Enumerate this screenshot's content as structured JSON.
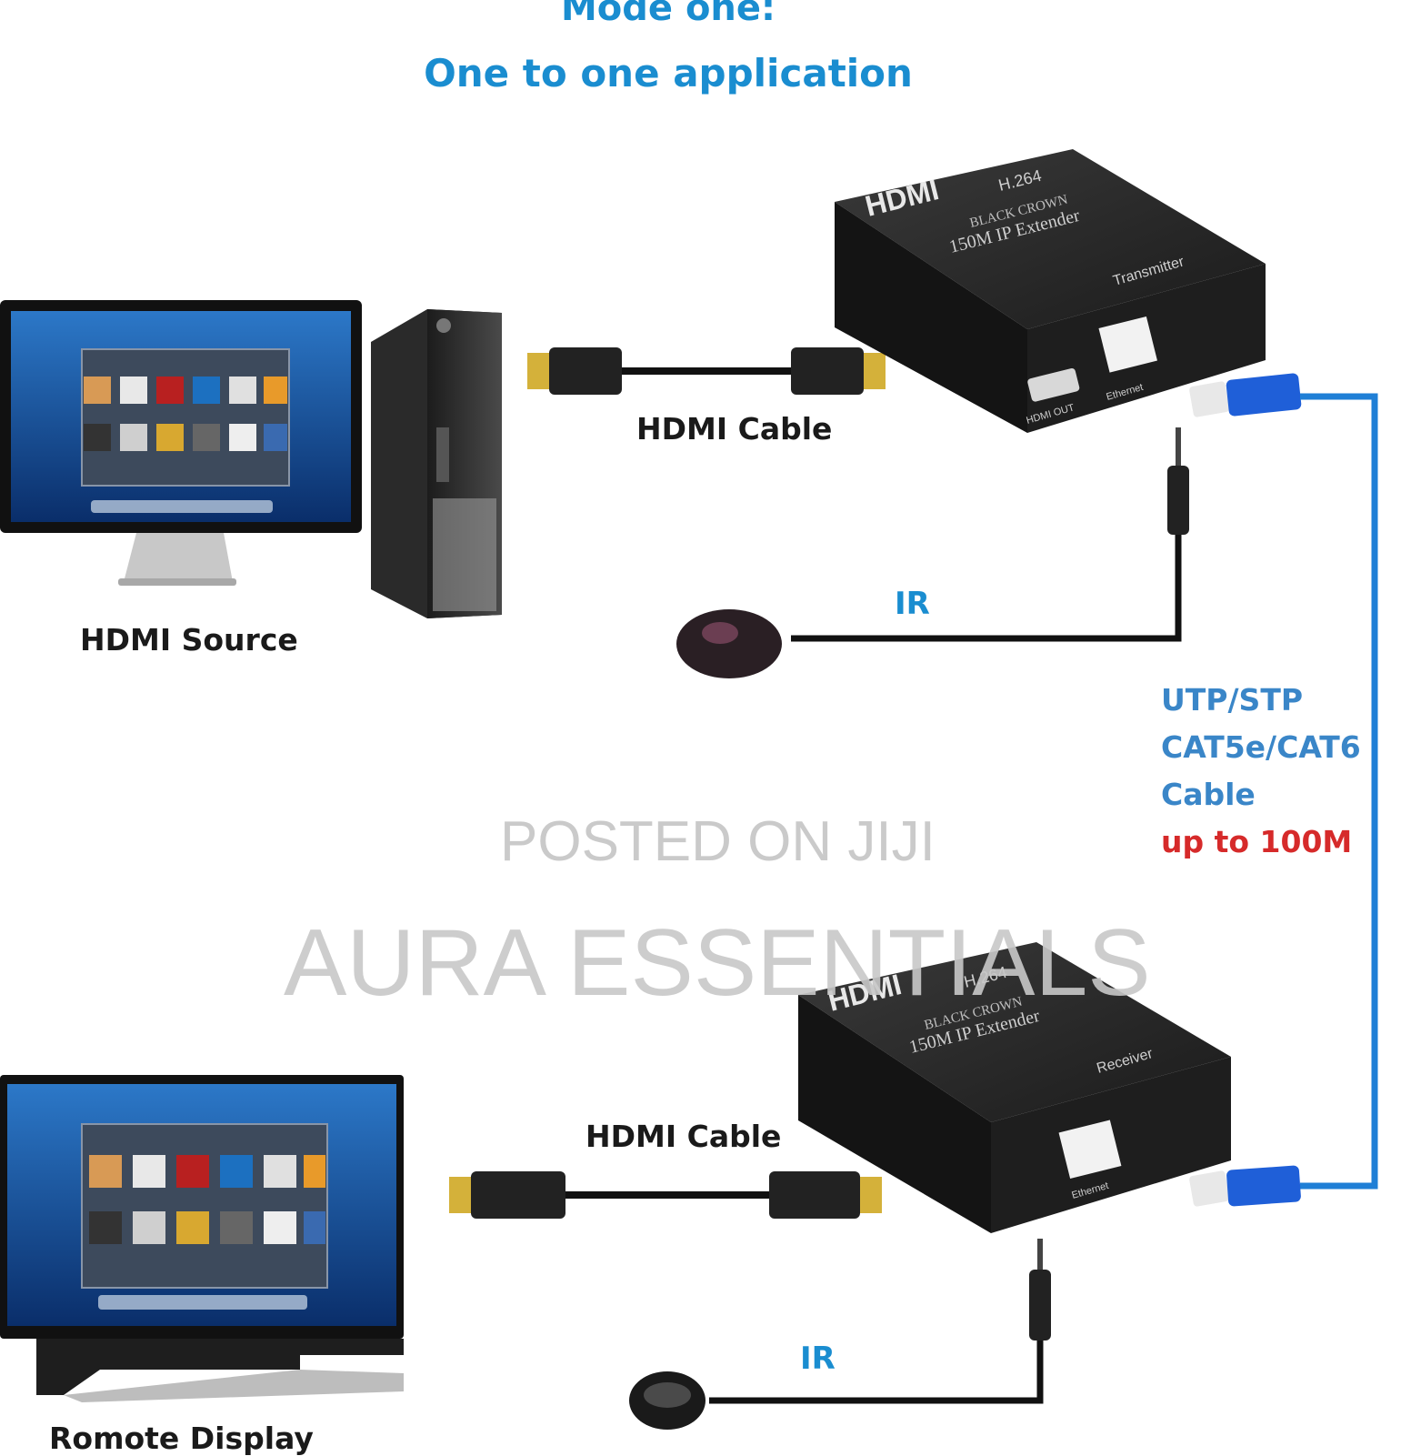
{
  "title": {
    "line1": "Mode one:",
    "line2": "One to one application"
  },
  "labels": {
    "hdmi_source": "HDMI Source",
    "remote_display": "Romote Display",
    "hdmi_cable_top": "HDMI Cable",
    "hdmi_cable_bottom": "HDMI Cable",
    "ir_top": "IR",
    "ir_bottom": "IR"
  },
  "cable_spec": {
    "line1": "UTP/STP",
    "line2": "CAT5e/CAT6",
    "line3": "Cable",
    "line4": "up to 100M"
  },
  "transmitter": {
    "brand": "HDMI",
    "codec": "H.264",
    "maker": "BLACK CROWN",
    "model": "150M IP Extender",
    "role": "Transmitter",
    "port1": "HDMI OUT",
    "port2": "Ethernet"
  },
  "receiver": {
    "brand": "HDMI",
    "codec": "H.264",
    "maker": "BLACK CROWN",
    "model": "150M IP Extender",
    "role": "Receiver",
    "port1": "Ethernet"
  },
  "watermark": {
    "line1": "POSTED ON JIJI",
    "line2": "AURA ESSENTIALS"
  },
  "colors": {
    "accent_blue": "#1a8dd0",
    "cat_cable": "#1f7fd6",
    "highlight_red": "#d62a2a",
    "device_black": "#262626"
  }
}
